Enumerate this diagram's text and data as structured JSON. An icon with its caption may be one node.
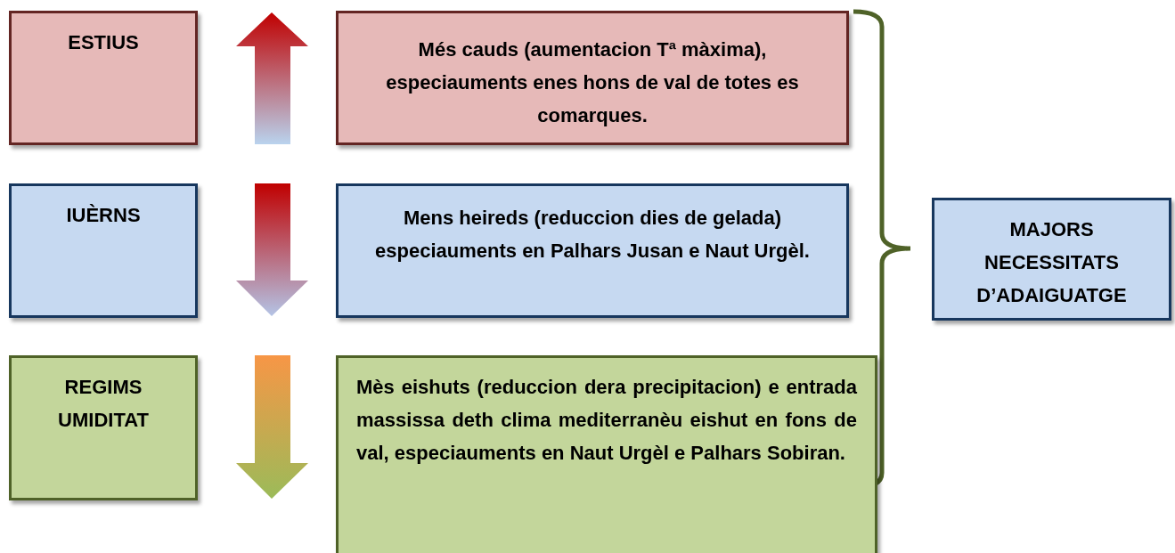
{
  "diagram": {
    "nodes": [
      {
        "text": [
          "ESTIUS"
        ]
      },
      {
        "text": [
          "Més cauds (aumentacion Tª màxima), especiauments enes hons de val de totes es comarques."
        ]
      },
      {
        "text": [
          "IUÈRNS"
        ]
      },
      {
        "text": [
          "Mens heireds (reduccion dies de gelada) especiauments en Palhars Jusan e Naut Urgèl."
        ]
      },
      {
        "text": [
          "REGIMS UMIDITAT"
        ]
      },
      {
        "text": [
          "Mès eishuts (reduccion dera precipitacion) e entrada massissa deth clima mediterranèu eishut en fons de val, especiauments en Naut Urgèl e Palhars Sobiran."
        ]
      },
      {
        "text": [
          "MAJORS NECESSITATS D’ADAIGUATGE"
        ]
      }
    ]
  }
}
